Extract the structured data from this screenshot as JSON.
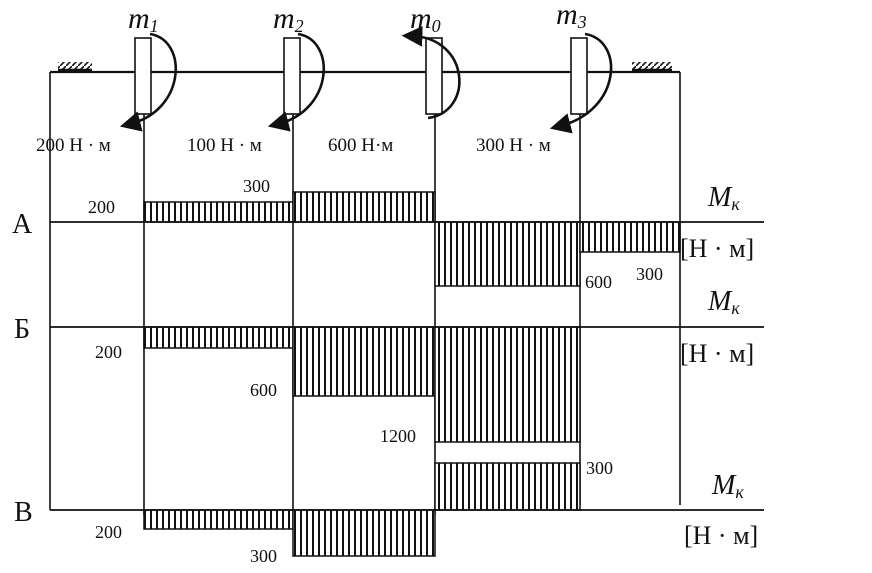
{
  "moments": [
    {
      "symbol": "m",
      "sub": "1",
      "value": "200 Н · м"
    },
    {
      "symbol": "m",
      "sub": "2",
      "value": "100 Н · м"
    },
    {
      "symbol": "m",
      "sub": "0",
      "value": "600 Н·м"
    },
    {
      "symbol": "m",
      "sub": "3",
      "value": "300 Н · м"
    }
  ],
  "diagrams": [
    {
      "label": "А",
      "axis_symbol": "M",
      "axis_sub": "к",
      "unit": "[Н · м]",
      "values": [
        "200",
        "300",
        "600",
        "300"
      ]
    },
    {
      "label": "Б",
      "axis_symbol": "M",
      "axis_sub": "к",
      "unit": "[Н · м]",
      "values": [
        "200",
        "600",
        "1200",
        "300"
      ]
    },
    {
      "label": "В",
      "axis_symbol": "M",
      "axis_sub": "к",
      "unit": "[Н · м]",
      "values": [
        "200",
        "300"
      ]
    }
  ],
  "colors": {
    "ink": "#111111",
    "background": "#ffffff"
  }
}
